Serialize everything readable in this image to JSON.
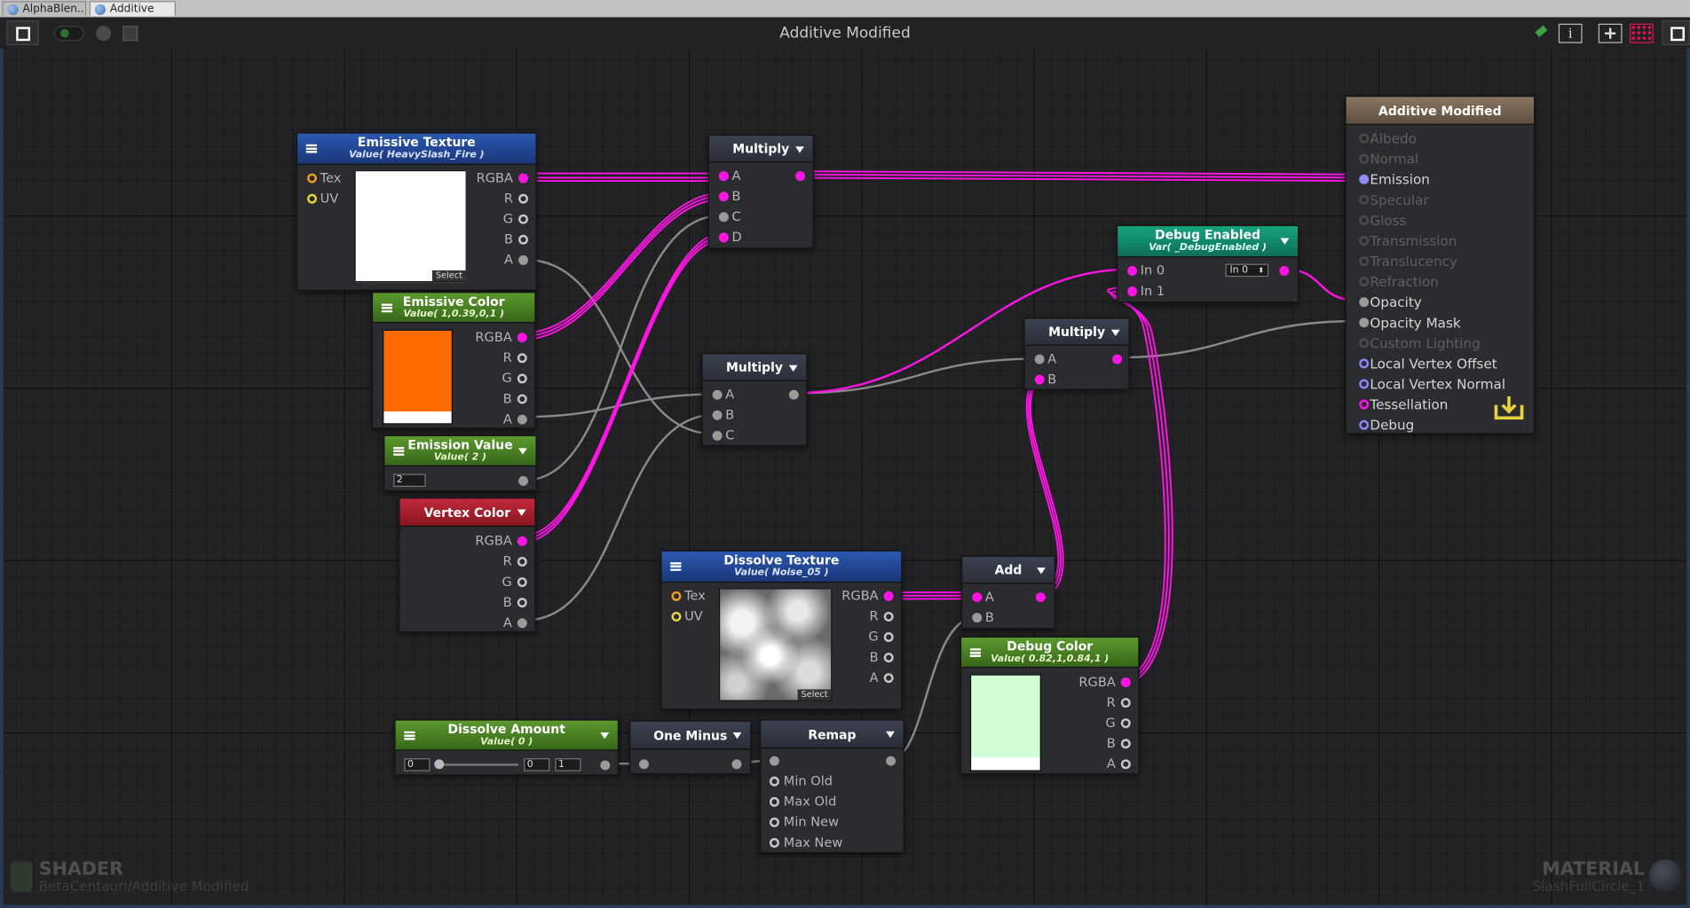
{
  "tabs": [
    {
      "label": "AlphaBlen..",
      "active": false
    },
    {
      "label": "Additive M..",
      "active": true
    }
  ],
  "window_title": "Additive Modified",
  "colors": {
    "connection": "#ff14e6",
    "grey_wire": "#8a8a8a",
    "emissive_color": "#ff6a00",
    "debug_color": "#d1ffd6",
    "master_header": "#7a6855"
  },
  "nodes": {
    "emissive_texture": {
      "title": "Emissive Texture",
      "subtitle": "Value( HeavySlash_Fire )",
      "inputs": [
        "Tex",
        "UV"
      ],
      "outputs": [
        "RGBA",
        "R",
        "G",
        "B",
        "A"
      ],
      "select_label": "Select"
    },
    "emissive_color": {
      "title": "Emissive Color",
      "subtitle": "Value( 1,0.39,0,1 )",
      "outputs": [
        "RGBA",
        "R",
        "G",
        "B",
        "A"
      ]
    },
    "emission_value": {
      "title": "Emission Value",
      "subtitle": "Value( 2 )",
      "value": "2"
    },
    "vertex_color": {
      "title": "Vertex Color",
      "outputs": [
        "RGBA",
        "R",
        "G",
        "B",
        "A"
      ]
    },
    "multiply_1": {
      "title": "Multiply",
      "inputs": [
        "A",
        "B",
        "C",
        "D"
      ]
    },
    "multiply_2": {
      "title": "Multiply",
      "inputs": [
        "A",
        "B",
        "C"
      ]
    },
    "multiply_3": {
      "title": "Multiply",
      "inputs": [
        "A",
        "B"
      ]
    },
    "debug_enabled": {
      "title": "Debug Enabled",
      "subtitle": "Var( _DebugEnabled )",
      "inputs": [
        "In 0",
        "In 1"
      ],
      "selected": "In 0"
    },
    "dissolve_texture": {
      "title": "Dissolve Texture",
      "subtitle": "Value( Noise_05 )",
      "inputs": [
        "Tex",
        "UV"
      ],
      "outputs": [
        "RGBA",
        "R",
        "G",
        "B",
        "A"
      ],
      "select_label": "Select"
    },
    "add": {
      "title": "Add",
      "inputs": [
        "A",
        "B"
      ]
    },
    "debug_color": {
      "title": "Debug Color",
      "subtitle": "Value( 0.82,1,0.84,1 )",
      "outputs": [
        "RGBA",
        "R",
        "G",
        "B",
        "A"
      ]
    },
    "dissolve_amount": {
      "title": "Dissolve Amount",
      "subtitle": "Value( 0 )",
      "value": "0",
      "min": "0",
      "max": "1",
      "slider": 0
    },
    "one_minus": {
      "title": "One Minus"
    },
    "remap": {
      "title": "Remap",
      "inputs": [
        "Min Old",
        "Max Old",
        "Min New",
        "Max New"
      ]
    }
  },
  "master": {
    "title": "Additive Modified",
    "inputs": [
      {
        "label": "Albedo",
        "active": false
      },
      {
        "label": "Normal",
        "active": false
      },
      {
        "label": "Emission",
        "active": true
      },
      {
        "label": "Specular",
        "active": false
      },
      {
        "label": "Gloss",
        "active": false
      },
      {
        "label": "Transmission",
        "active": false
      },
      {
        "label": "Translucency",
        "active": false
      },
      {
        "label": "Refraction",
        "active": false
      },
      {
        "label": "Opacity",
        "active": true
      },
      {
        "label": "Opacity Mask",
        "active": true
      },
      {
        "label": "Custom Lighting",
        "active": false
      },
      {
        "label": "Local Vertex Offset",
        "active": true
      },
      {
        "label": "Local Vertex Normal",
        "active": true
      },
      {
        "label": "Tessellation",
        "active": true
      },
      {
        "label": "Debug",
        "active": true
      }
    ]
  },
  "footer": {
    "shader_label": "SHADER",
    "shader_name": "BetaCentauri/Additive Modified",
    "material_label": "MATERIAL",
    "material_name": "SlashFullCircle_1"
  }
}
